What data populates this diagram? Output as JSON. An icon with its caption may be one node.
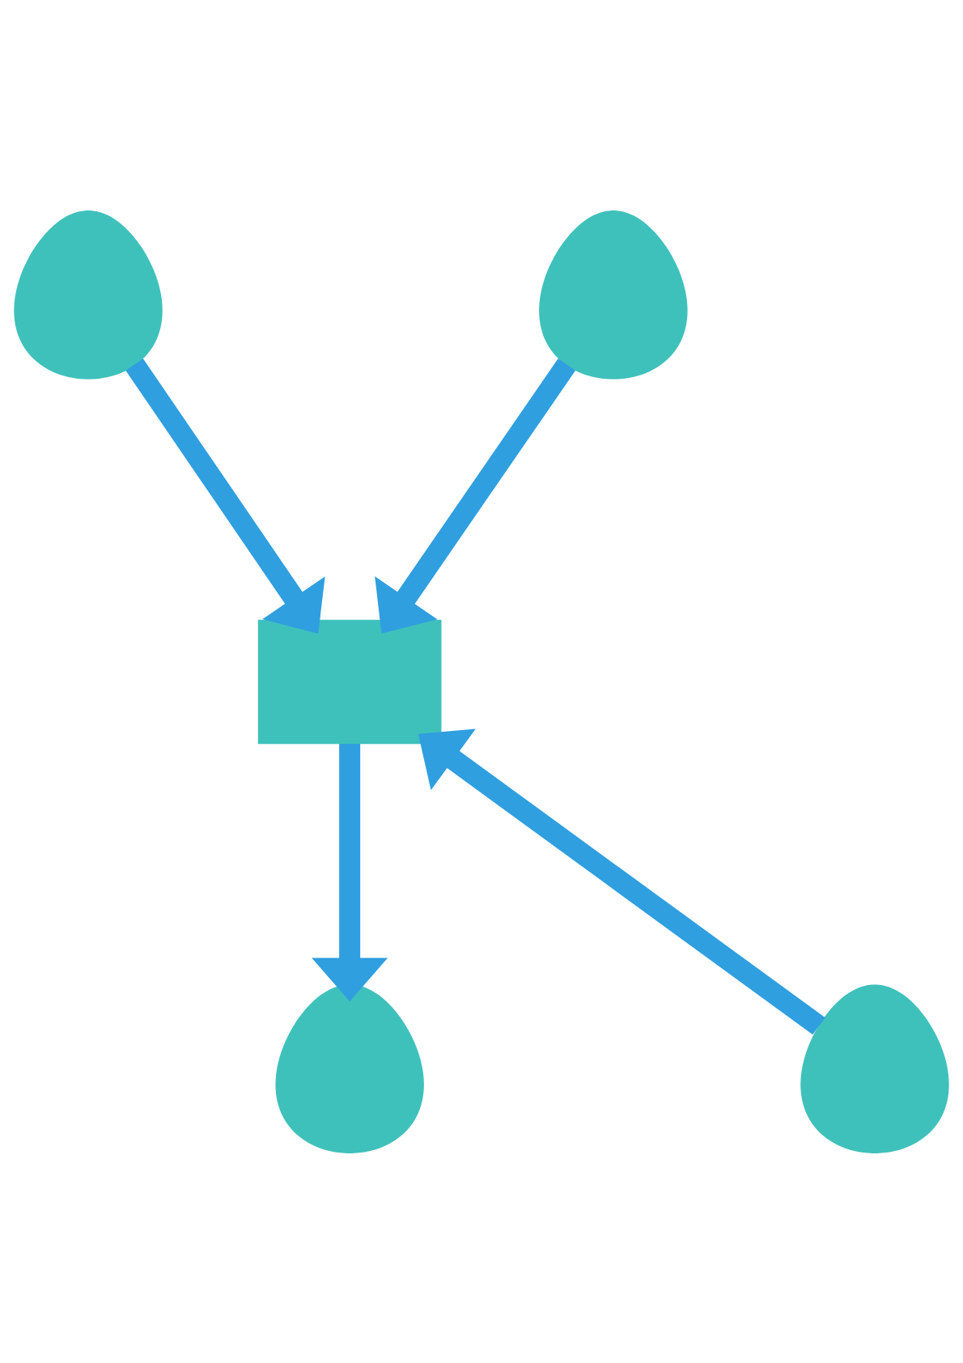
{
  "diagram": {
    "nodes": [
      {
        "text": [],
        "shape": "person"
      },
      {
        "text": [],
        "shape": "person"
      },
      {
        "text": [],
        "shape": "box"
      },
      {
        "text": [],
        "shape": "person"
      },
      {
        "text": [],
        "shape": "person"
      }
    ],
    "edges": [
      {
        "from": 0,
        "to": 2,
        "arrow": "to"
      },
      {
        "from": 1,
        "to": 2,
        "arrow": "to"
      },
      {
        "from": 3,
        "to": 2,
        "arrow": "to"
      },
      {
        "from": 2,
        "to": 4,
        "arrow": "to"
      }
    ]
  }
}
